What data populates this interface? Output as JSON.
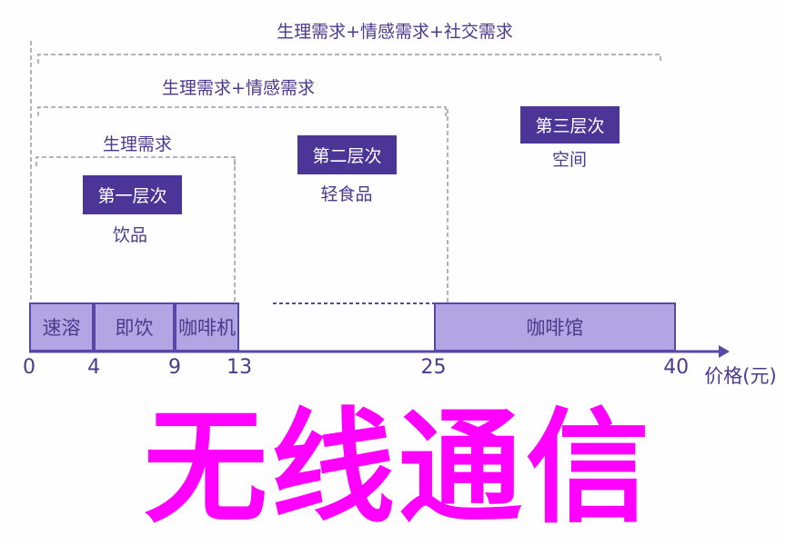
{
  "groups": {
    "outer": "生理需求+情感需求+社交需求",
    "middle": "生理需求+情感需求",
    "inner": "生理需求"
  },
  "tiers": [
    {
      "label": "第一层次",
      "item": "饮品"
    },
    {
      "label": "第二层次",
      "item": "轻食品"
    },
    {
      "label": "第三层次",
      "item": "空间"
    }
  ],
  "segments": [
    {
      "label": "速溶",
      "from": 0,
      "to": 4
    },
    {
      "label": "即饮",
      "from": 4,
      "to": 9
    },
    {
      "label": "咖啡机",
      "from": 9,
      "to": 13
    },
    {
      "label": "咖啡馆",
      "from": 25,
      "to": 40
    }
  ],
  "axis": {
    "ticks": [
      "0",
      "4",
      "9",
      "13",
      "25",
      "40"
    ],
    "label": "价格(元)"
  },
  "watermark": "无线通信",
  "colors": {
    "dark": "#4b3596",
    "fill": "#b3a4e3",
    "watermark": "#ff00ff"
  }
}
